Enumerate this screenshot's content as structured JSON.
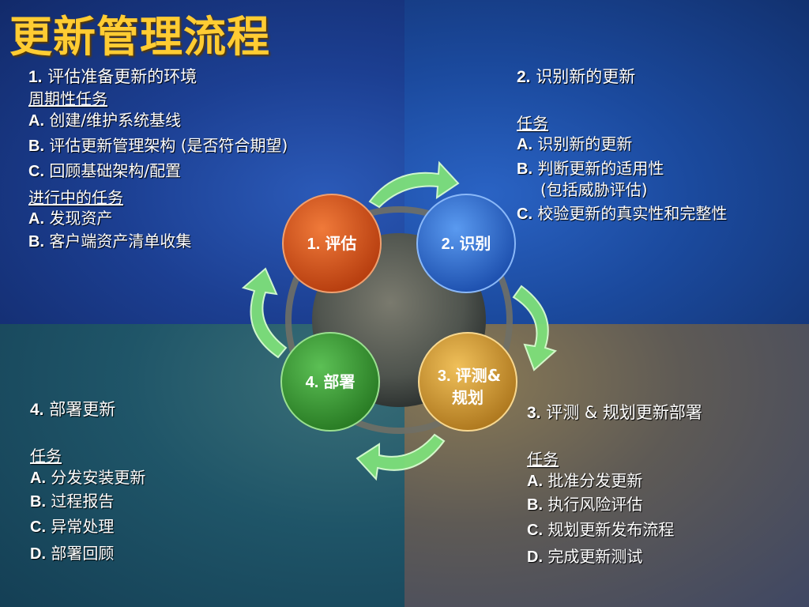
{
  "title": "更新管理流程",
  "quadrants": {
    "q1": {
      "heading_num": "1.",
      "heading": "评估准备更新的环境",
      "section1_label": "周期性任务",
      "section1_items": [
        {
          "k": "A.",
          "t": "创建/维护系统基线"
        },
        {
          "k": "B.",
          "t": "评估更新管理架构 (是否符合期望)"
        },
        {
          "k": "C.",
          "t": "回顾基础架构/配置"
        }
      ],
      "section2_label": "进行中的任务",
      "section2_items": [
        {
          "k": "A.",
          "t": "发现资产"
        },
        {
          "k": "B.",
          "t": "客户端资产清单收集"
        }
      ]
    },
    "q2": {
      "heading_num": "2.",
      "heading": "识别新的更新",
      "label": "任务",
      "items": [
        {
          "k": "A.",
          "t": "识别新的更新"
        },
        {
          "k": "B.",
          "t": "判断更新的适用性"
        },
        {
          "k": "",
          "t": "(包括威胁评估)"
        },
        {
          "k": "C.",
          "t": "校验更新的真实性和完整性"
        }
      ]
    },
    "q3": {
      "heading_num": "3.",
      "heading": "评测 & 规划更新部署",
      "label": "任务",
      "items": [
        {
          "k": "A.",
          "t": "批准分发更新"
        },
        {
          "k": "B.",
          "t": "执行风险评估"
        },
        {
          "k": "C.",
          "t": "规划更新发布流程"
        },
        {
          "k": "D.",
          "t": "完成更新测试"
        }
      ]
    },
    "q4": {
      "heading_num": "4.",
      "heading": "部署更新",
      "label": "任务",
      "items": [
        {
          "k": "A.",
          "t": "分发安装更新"
        },
        {
          "k": "B.",
          "t": "过程报告"
        },
        {
          "k": "C.",
          "t": "异常处理"
        },
        {
          "k": "D.",
          "t": "部署回顾"
        }
      ]
    }
  },
  "cycle": {
    "nodes": [
      {
        "num": "1.",
        "label": "评估",
        "color": "#d9531e"
      },
      {
        "num": "2.",
        "label": "识别",
        "color": "#2f6fd0"
      },
      {
        "num": "3.",
        "label": "评测&",
        "label2": "规划",
        "color": "#d9a23a"
      },
      {
        "num": "4.",
        "label": "部署",
        "color": "#3f9c3a"
      }
    ],
    "arrow_color": "#7ee07a"
  }
}
